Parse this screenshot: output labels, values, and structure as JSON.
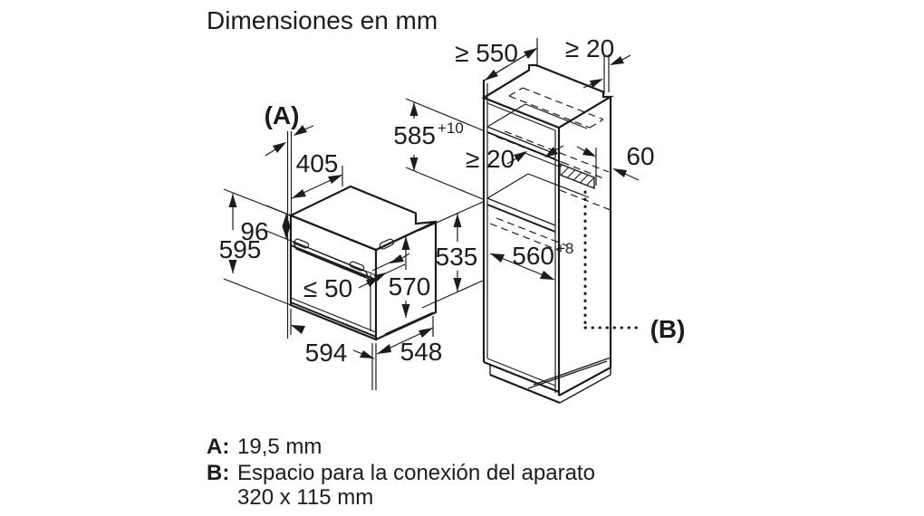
{
  "title": "Dimensiones en mm",
  "oven": {
    "ref_a": "(A)",
    "depth_top": "405",
    "panel_height": "96",
    "height": "595",
    "handle_gap": "≤ 50",
    "door_height": "570",
    "body_height": "535",
    "width": "594",
    "depth": "548"
  },
  "cabinet": {
    "depth_min": "≥ 550",
    "gap_top": "≥ 20",
    "niche_height": "585",
    "niche_height_tol": "+10",
    "gap_back": "≥ 20",
    "duct_width": "60",
    "niche_width": "560",
    "niche_width_tol": "+8",
    "ref_b": "(B)"
  },
  "legend": {
    "a_key": "A:",
    "a_value": "19,5 mm",
    "b_key": "B:",
    "b_value": "Espacio para la conexión del aparato",
    "b_value_2": "320 x 115 mm"
  },
  "colors": {
    "ink": "#1c1c1c",
    "paper": "#ffffff"
  }
}
